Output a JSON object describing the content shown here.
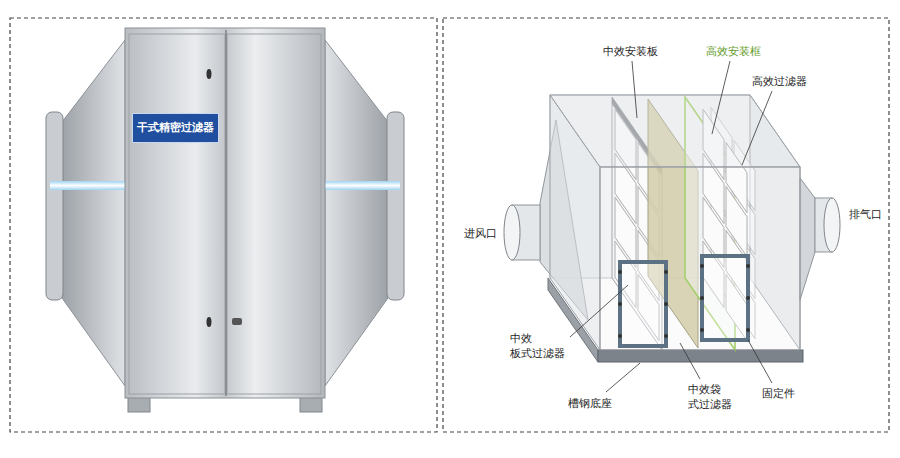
{
  "diagram": {
    "nodes": [
      {
        "text": [
          "干式精密过滤器"
        ]
      }
    ],
    "labels": [
      "中效安装板",
      "高效安装框",
      "高效过滤器",
      "进风口",
      "排气口",
      "中效 板式过滤器",
      "槽钢底座",
      "中效袋 式过滤器",
      "固定件"
    ]
  }
}
